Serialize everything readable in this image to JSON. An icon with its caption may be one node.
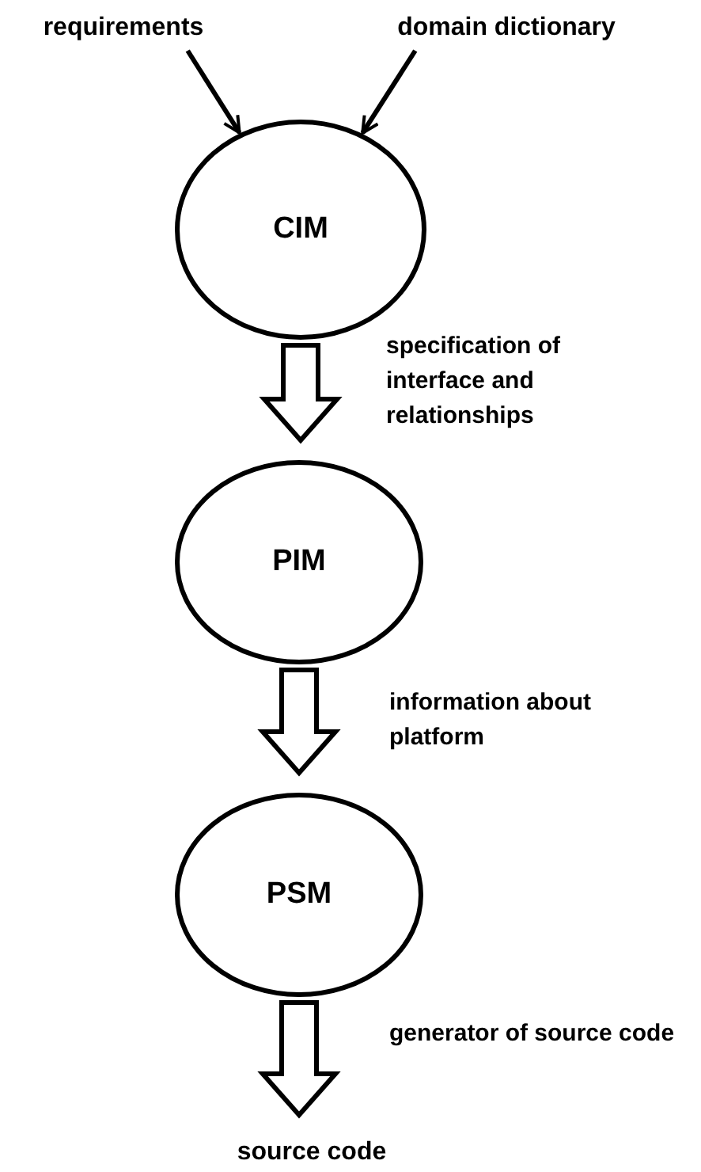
{
  "diagram": {
    "nodes": [
      {
        "text": [
          "requirements"
        ]
      },
      {
        "text": [
          "domain dictionary"
        ]
      },
      {
        "text": [
          "CIM"
        ]
      },
      {
        "text": [
          "PIM"
        ]
      },
      {
        "text": [
          "PSM"
        ]
      },
      {
        "text": [
          "source code"
        ]
      }
    ],
    "edges": [
      {
        "from": 0,
        "to": 2,
        "arrow": "to"
      },
      {
        "from": 1,
        "to": 2,
        "arrow": "to"
      },
      {
        "from": 2,
        "to": 3,
        "arrow": "to",
        "style": "thick",
        "label": "specification of interface and relationships"
      },
      {
        "from": 3,
        "to": 4,
        "arrow": "to",
        "style": "thick",
        "label": "information about platform"
      },
      {
        "from": 4,
        "to": 5,
        "arrow": "to",
        "style": "thick",
        "label": "generator of source code"
      }
    ]
  }
}
